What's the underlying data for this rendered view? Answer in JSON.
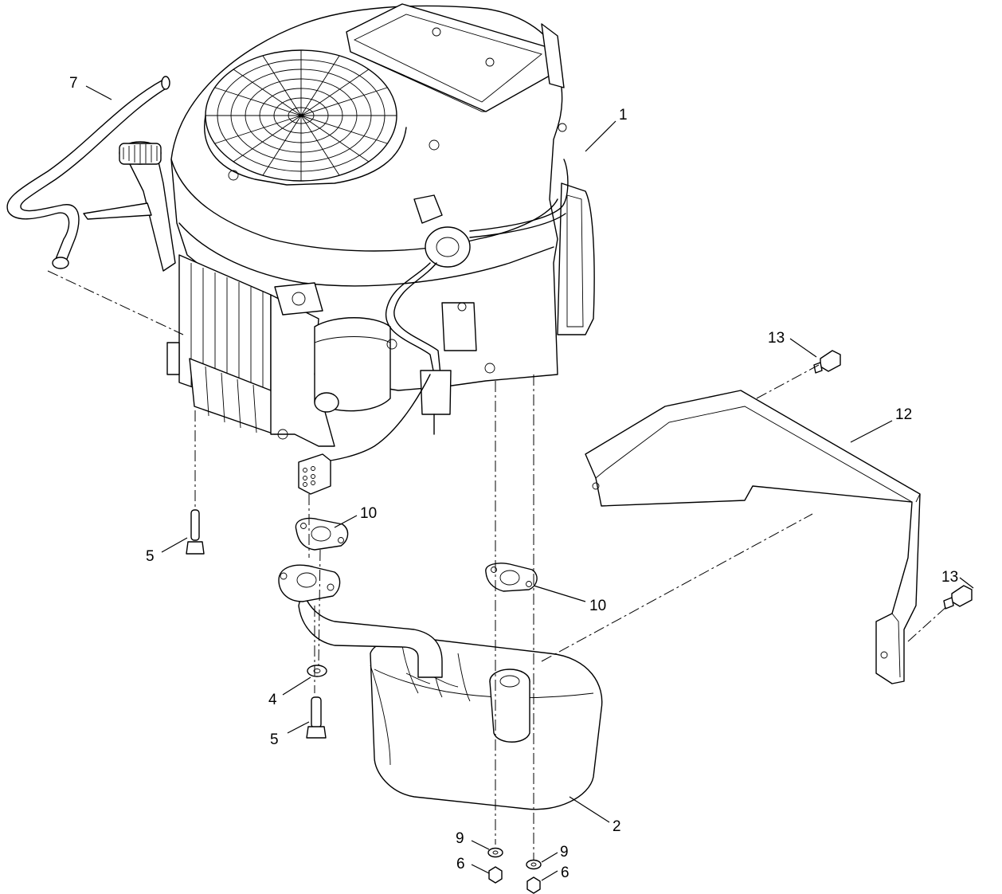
{
  "diagram": {
    "callouts": [
      {
        "id": "c1",
        "text": "1"
      },
      {
        "id": "c2",
        "text": "2"
      },
      {
        "id": "c4",
        "text": "4"
      },
      {
        "id": "c5a",
        "text": "5"
      },
      {
        "id": "c5b",
        "text": "5"
      },
      {
        "id": "c6a",
        "text": "6"
      },
      {
        "id": "c6b",
        "text": "6"
      },
      {
        "id": "c7",
        "text": "7"
      },
      {
        "id": "c9a",
        "text": "9"
      },
      {
        "id": "c9b",
        "text": "9"
      },
      {
        "id": "c10a",
        "text": "10"
      },
      {
        "id": "c10b",
        "text": "10"
      },
      {
        "id": "c12",
        "text": "12"
      },
      {
        "id": "c13a",
        "text": "13"
      },
      {
        "id": "c13b",
        "text": "13"
      }
    ]
  }
}
